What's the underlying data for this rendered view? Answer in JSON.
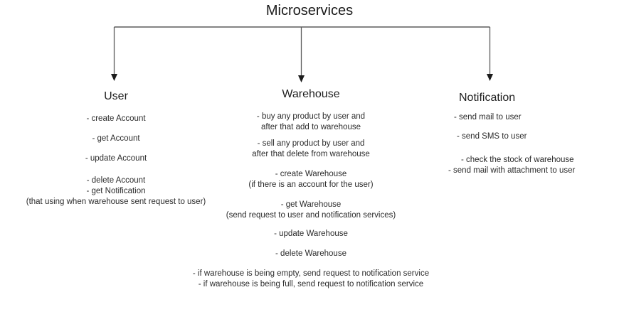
{
  "title": "Microservices",
  "connector": {
    "line_color": "#5c5c5c",
    "arrow_color": "#1c1c1c"
  },
  "columns": [
    {
      "heading": "User",
      "items": [
        {
          "text": "- create Account"
        },
        {
          "text": "- get Account"
        },
        {
          "text": "- update Account"
        },
        {
          "text": "- delete Account"
        },
        {
          "text": "- get Notification",
          "note": "(that using when warehouse sent request to user)"
        }
      ]
    },
    {
      "heading": "Warehouse",
      "items": [
        {
          "text": "- buy any product by user and",
          "note": "after that add to warehouse"
        },
        {
          "text": "- sell any product by user and",
          "note": "after that delete from warehouse"
        },
        {
          "text": "- create Warehouse",
          "note": "(if there is an account for the user)"
        },
        {
          "text": "- get Warehouse",
          "note": "(send request to user and notification services)"
        },
        {
          "text": "- update Warehouse"
        },
        {
          "text": "- delete Warehouse"
        },
        {
          "text": "- if warehouse is being empty, send request to notification service"
        },
        {
          "text": "- if warehouse is being full, send request to notification service"
        }
      ]
    },
    {
      "heading": "Notification",
      "items": [
        {
          "text": "- send mail to user"
        },
        {
          "text": "- send SMS to user"
        },
        {
          "text": "- check the stock of warehouse"
        },
        {
          "text": "- send mail with attachment to user"
        }
      ]
    }
  ]
}
